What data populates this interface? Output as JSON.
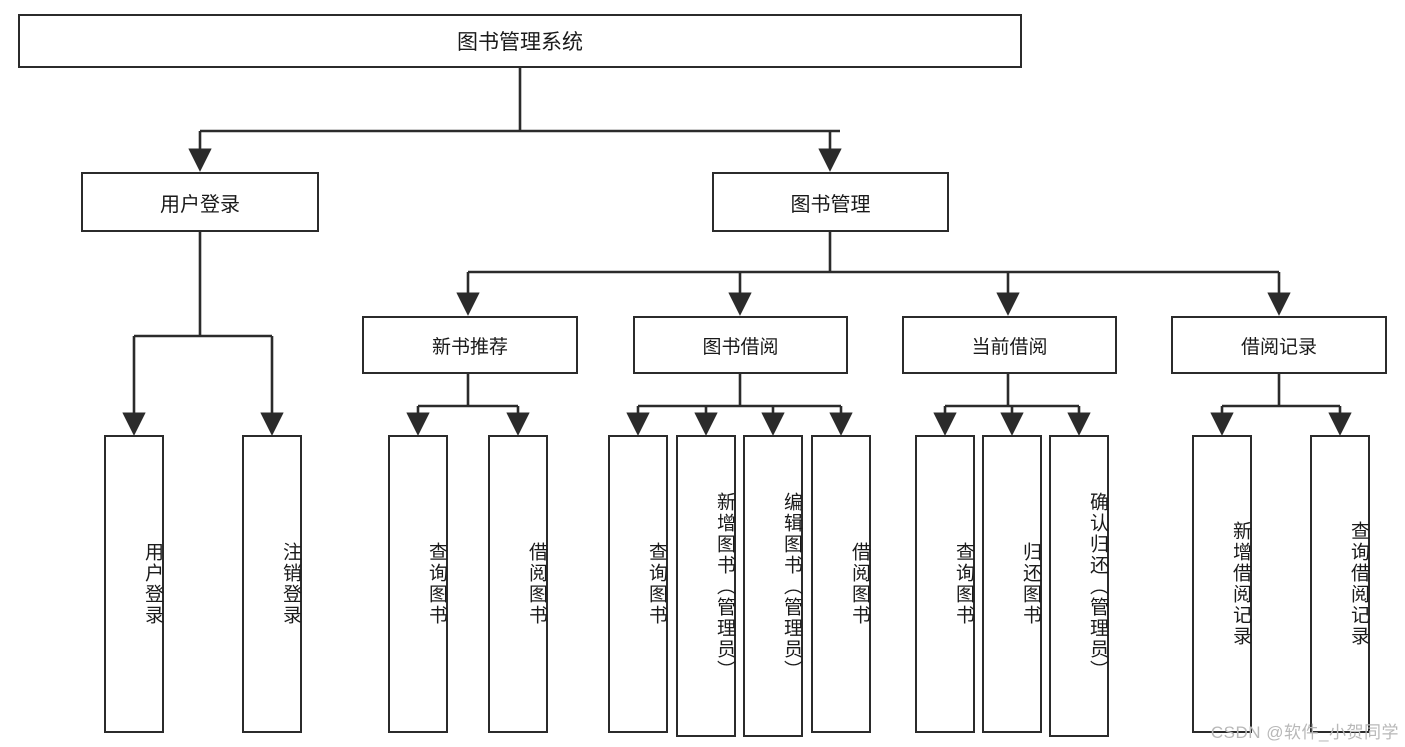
{
  "diagram": {
    "type": "tree",
    "title": "图书管理系统",
    "theme": {
      "box_border": "#2b2b2b",
      "box_fill": "#ffffff",
      "line": "#2b2b2b",
      "text": "#1a1a1a",
      "background": "#ffffff",
      "watermark_color": "#b8b8b8"
    },
    "nodes": {
      "root": {
        "label": "图书管理系统"
      },
      "user_login": {
        "label": "用户登录"
      },
      "book_manage": {
        "label": "图书管理"
      },
      "new_book_rec": {
        "label": "新书推荐"
      },
      "book_borrow": {
        "label": "图书借阅"
      },
      "current_borrow": {
        "label": "当前借阅"
      },
      "borrow_record": {
        "label": "借阅记录"
      },
      "leaf_user_login": {
        "label": "用户登录"
      },
      "leaf_logout": {
        "label": "注销登录"
      },
      "leaf_query_book_1": {
        "label": "查询图书"
      },
      "leaf_borrow_book_1": {
        "label": "借阅图书"
      },
      "leaf_query_book_2": {
        "label": "查询图书"
      },
      "leaf_add_book_admin": {
        "label": "新增图书（管理员）"
      },
      "leaf_edit_book_admin": {
        "label": "编辑图书（管理员）"
      },
      "leaf_borrow_book_2": {
        "label": "借阅图书"
      },
      "leaf_query_book_3": {
        "label": "查询图书"
      },
      "leaf_return_book": {
        "label": "归还图书"
      },
      "leaf_confirm_return_admin": {
        "label": "确认归还（管理员）"
      },
      "leaf_add_record": {
        "label": "新增借阅记录"
      },
      "leaf_query_record": {
        "label": "查询借阅记录"
      }
    },
    "edges": [
      {
        "from": "root",
        "to": "user_login"
      },
      {
        "from": "root",
        "to": "book_manage"
      },
      {
        "from": "user_login",
        "to": "leaf_user_login"
      },
      {
        "from": "user_login",
        "to": "leaf_logout"
      },
      {
        "from": "book_manage",
        "to": "new_book_rec"
      },
      {
        "from": "book_manage",
        "to": "book_borrow"
      },
      {
        "from": "book_manage",
        "to": "current_borrow"
      },
      {
        "from": "book_manage",
        "to": "borrow_record"
      },
      {
        "from": "new_book_rec",
        "to": "leaf_query_book_1"
      },
      {
        "from": "new_book_rec",
        "to": "leaf_borrow_book_1"
      },
      {
        "from": "book_borrow",
        "to": "leaf_query_book_2"
      },
      {
        "from": "book_borrow",
        "to": "leaf_add_book_admin"
      },
      {
        "from": "book_borrow",
        "to": "leaf_edit_book_admin"
      },
      {
        "from": "book_borrow",
        "to": "leaf_borrow_book_2"
      },
      {
        "from": "current_borrow",
        "to": "leaf_query_book_3"
      },
      {
        "from": "current_borrow",
        "to": "leaf_return_book"
      },
      {
        "from": "current_borrow",
        "to": "leaf_confirm_return_admin"
      },
      {
        "from": "borrow_record",
        "to": "leaf_add_record"
      },
      {
        "from": "borrow_record",
        "to": "leaf_query_record"
      }
    ]
  },
  "watermark": {
    "text": "CSDN @软件_小贺同学"
  }
}
